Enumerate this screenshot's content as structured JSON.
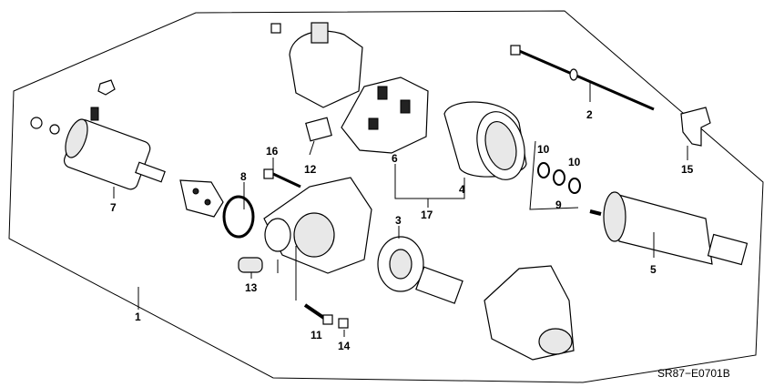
{
  "diagram": {
    "code": "SR87−E0701B",
    "callouts": [
      {
        "id": "1",
        "text": "1"
      },
      {
        "id": "2",
        "text": "2"
      },
      {
        "id": "3",
        "text": "3"
      },
      {
        "id": "4",
        "text": "4"
      },
      {
        "id": "5",
        "text": "5"
      },
      {
        "id": "6",
        "text": "6"
      },
      {
        "id": "7",
        "text": "7"
      },
      {
        "id": "8",
        "text": "8"
      },
      {
        "id": "9",
        "text": "9"
      },
      {
        "id": "10a",
        "text": "10"
      },
      {
        "id": "10b",
        "text": "10"
      },
      {
        "id": "11",
        "text": "11"
      },
      {
        "id": "12",
        "text": "12"
      },
      {
        "id": "13",
        "text": "13"
      },
      {
        "id": "14",
        "text": "14"
      },
      {
        "id": "15",
        "text": "15"
      },
      {
        "id": "16",
        "text": "16"
      },
      {
        "id": "17",
        "text": "17"
      }
    ]
  }
}
